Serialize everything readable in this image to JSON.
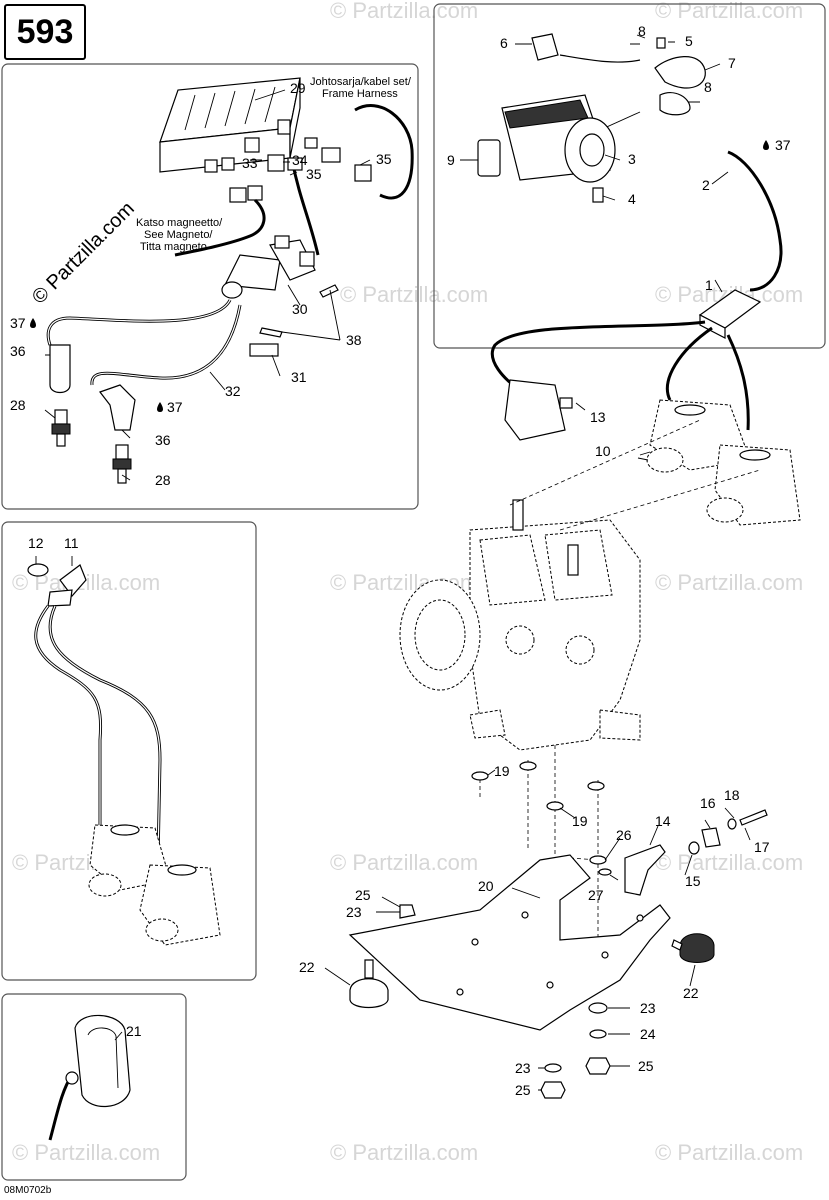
{
  "page": {
    "number": "593",
    "reference": "08M0702b",
    "watermark": "© Partzilla.com"
  },
  "notes": {
    "harness": [
      "Johtosarja/kabel set/",
      "Frame Harness"
    ],
    "magneto": [
      "Katso magneetto/",
      "See Magneto/",
      "Titta magneto"
    ]
  },
  "callouts": {
    "c1": "1",
    "c2": "2",
    "c3": "3",
    "c4": "4",
    "c5": "5",
    "c6": "6",
    "c7": "7",
    "c8a": "8",
    "c8b": "8",
    "c9": "9",
    "c10": "10",
    "c11": "11",
    "c12": "12",
    "c13": "13",
    "c14": "14",
    "c15": "15",
    "c16": "16",
    "c17": "17",
    "c18": "18",
    "c19a": "19",
    "c19b": "19",
    "c20": "20",
    "c21": "21",
    "c22a": "22",
    "c22b": "22",
    "c23a": "23",
    "c23b": "23",
    "c23c": "23",
    "c24": "24",
    "c25a": "25",
    "c25b": "25",
    "c25c": "25",
    "c26": "26",
    "c27": "27",
    "c28a": "28",
    "c28b": "28",
    "c29": "29",
    "c30": "30",
    "c31": "31",
    "c32": "32",
    "c33": "33",
    "c34": "34",
    "c35a": "35",
    "c35b": "35",
    "c36a": "36",
    "c36b": "36",
    "c37a": "37",
    "c37b": "37",
    "c37c": "37",
    "c38": "38"
  },
  "icons": {
    "oil_drop": "oil-drop-icon"
  }
}
